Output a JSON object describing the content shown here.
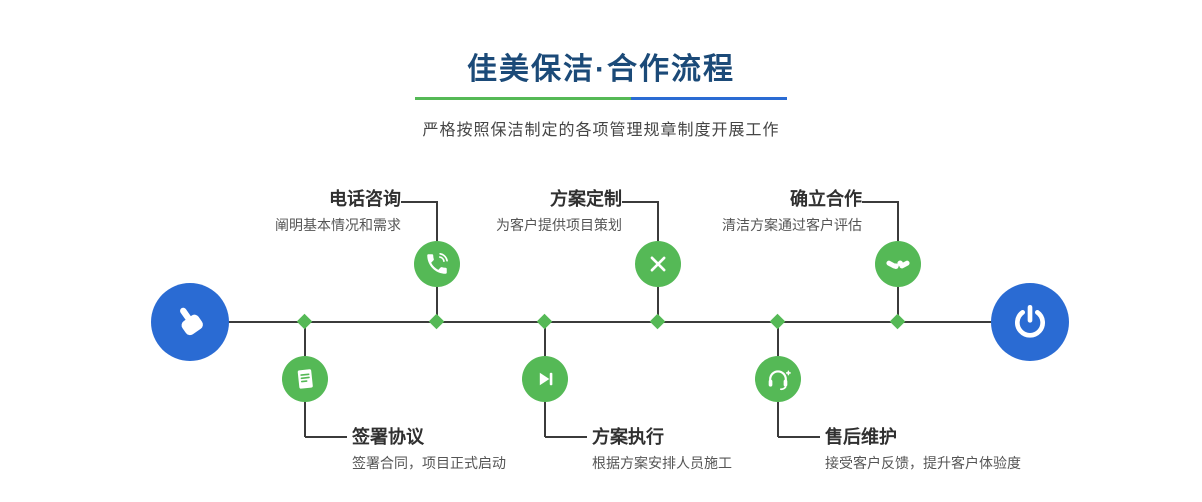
{
  "colors": {
    "green": "#55b956",
    "blue": "#2a6bd3",
    "navy": "#1b4a78",
    "line": "#3b3b3b"
  },
  "header": {
    "title": "佳美保洁·合作流程",
    "subtitle": "严格按照保洁制定的各项管理规章制度开展工作"
  },
  "timeline": {
    "start": {
      "icon": "hand-pointer-icon"
    },
    "end": {
      "icon": "power-icon"
    },
    "steps_top": [
      {
        "title": "电话咨询",
        "desc": "阐明基本情况和需求",
        "icon": "phone-icon"
      },
      {
        "title": "方案定制",
        "desc": "为客户提供项目策划",
        "icon": "pen-tools-icon"
      },
      {
        "title": "确立合作",
        "desc": "清洁方案通过客户评估",
        "icon": "handshake-icon"
      }
    ],
    "steps_bottom": [
      {
        "title": "签署协议",
        "desc": "签署合同，项目正式启动",
        "icon": "contract-icon"
      },
      {
        "title": "方案执行",
        "desc": "根据方案安排人员施工",
        "icon": "play-next-icon"
      },
      {
        "title": "售后维护",
        "desc": "接受客户反馈，提升客户体验度",
        "icon": "headset-icon"
      }
    ]
  }
}
